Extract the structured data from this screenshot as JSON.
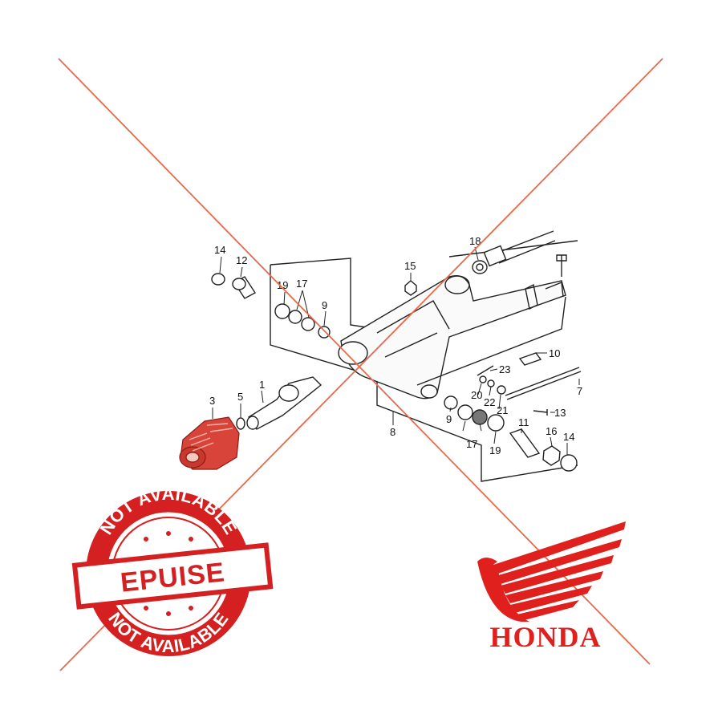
{
  "diagram": {
    "part_labels": [
      "1",
      "3",
      "5",
      "7",
      "8",
      "9",
      "9",
      "10",
      "11",
      "12",
      "13",
      "14",
      "14",
      "15",
      "16",
      "17",
      "17",
      "18",
      "19",
      "19",
      "20",
      "21",
      "22",
      "23"
    ]
  },
  "stamp": {
    "top_text": "NOT AVAILABLE",
    "center_text": "EPUISE",
    "bottom_text": "NOT AVAILABLE",
    "color": "#d42020"
  },
  "brand": {
    "name": "HONDA",
    "color": "#e0201c"
  },
  "cross_color": "#e86a4a",
  "highlight_color": "#d9443a"
}
